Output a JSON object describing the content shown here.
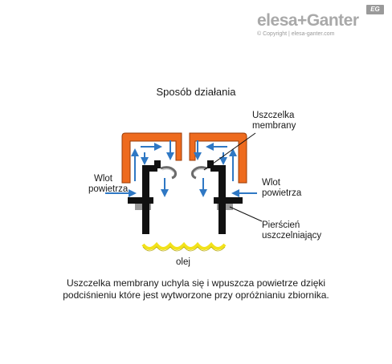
{
  "logo": {
    "brand": "elesa+Ganter",
    "copyright": "© Copyright | elesa-ganter.com",
    "badge": "EG"
  },
  "diagram": {
    "title": "Sposób działania",
    "labels": {
      "membrane_seal": [
        "Uszczelka",
        "membrany"
      ],
      "air_inlet_left": [
        "Wlot",
        "powietrza"
      ],
      "air_inlet_right": [
        "Wlot",
        "powietrza"
      ],
      "sealing_ring": [
        "Pierścień",
        "uszczelniający"
      ],
      "oil": "olej"
    },
    "caption": [
      "Uszczelka membrany uchyla się i wpuszcza powietrze dzięki",
      "podciśnieniu które jest wytworzone przy opróżnianiu zbiornika."
    ],
    "colors": {
      "cap": "#ee6b1e",
      "body": "#111111",
      "arrow": "#2f78c4",
      "oil": "#f2e21a",
      "gasket": "#9a9a9a"
    }
  }
}
